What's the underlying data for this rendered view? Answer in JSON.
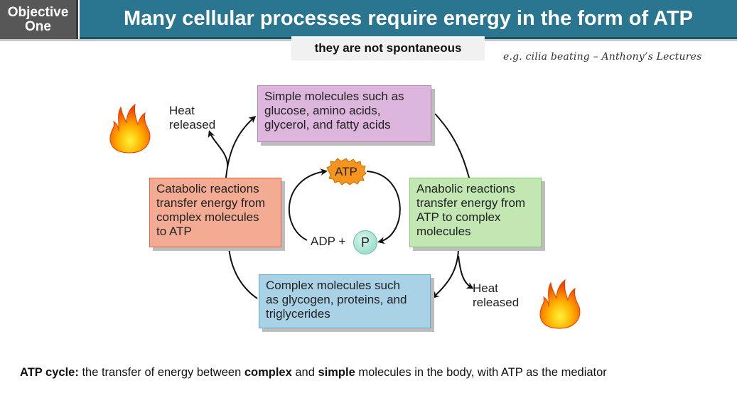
{
  "header": {
    "objective_line1": "Objective",
    "objective_line2": "One",
    "title": "Many cellular processes require energy in the form of ATP",
    "subtitle": "they are not spontaneous",
    "note": "e.g. cilia beating – Anthony’s Lectures"
  },
  "diagram": {
    "simple_box": {
      "lines": [
        "Simple molecules such as",
        "glucose, amino acids,",
        "glycerol, and fatty acids"
      ],
      "color": "#dcb6dc"
    },
    "catabolic_box": {
      "lines": [
        "Catabolic reactions",
        "transfer energy from",
        "complex molecules",
        "to ATP"
      ],
      "color": "#f3ab93"
    },
    "anabolic_box": {
      "lines": [
        "Anabolic reactions",
        "transfer energy from",
        "ATP to complex",
        "molecules"
      ],
      "color": "#c3e7b2"
    },
    "complex_box": {
      "lines": [
        "Complex molecules such",
        "as glycogen, proteins, and",
        "triglycerides"
      ],
      "color": "#a9d2e6"
    },
    "atp_label": "ATP",
    "adp_label": "ADP +",
    "phosphate_label": "P",
    "heat_top_left": [
      "Heat",
      "released"
    ],
    "heat_bottom_right": [
      "Heat",
      "released"
    ],
    "icons": [
      "flame-icon",
      "flame-icon"
    ]
  },
  "footer": {
    "term": "ATP cycle:",
    "text1": " the transfer of energy between ",
    "bold1": "complex",
    "text2": " and ",
    "bold2": "simple",
    "text3": " molecules in the body, with ATP as the mediator"
  }
}
